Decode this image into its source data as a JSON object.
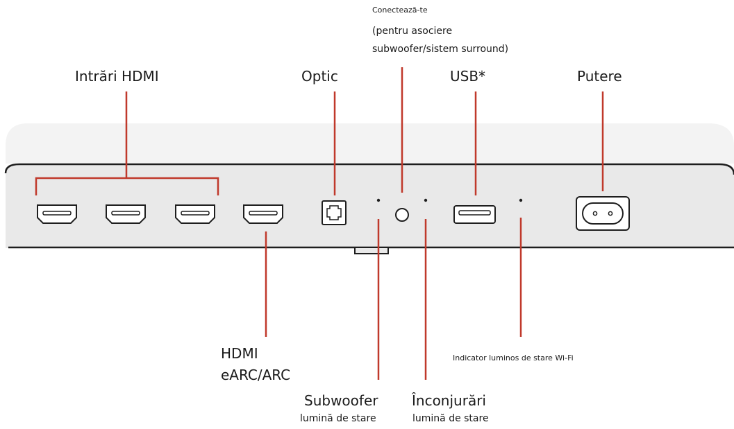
{
  "colors": {
    "leader_line": "#c0392b",
    "panel_face": "#e9e9e9",
    "panel_top": "#f3f3f3",
    "panel_edge": "#1e1e1e",
    "port_stroke": "#1e1e1e",
    "text": "#1a1a1a"
  },
  "labels": {
    "hdmi_inputs": "Intrări HDMI",
    "optical": "Optic",
    "connect_title": "Conectează-te",
    "connect_line2": "(pentru asociere",
    "connect_line3": "subwoofer/sistem surround)",
    "usb": "USB*",
    "power": "Putere",
    "earc_line1": "HDMI",
    "earc_line2": "eARC/ARC",
    "wifi_indicator": "Indicator luminos de stare Wi-Fi",
    "subwoofer": "Subwoofer",
    "subwoofer_status": "lumină de stare",
    "surround": "Înconjurări",
    "surround_status": "lumină de stare"
  },
  "icons": {
    "hdmi_port": "hdmi-port-icon",
    "optical_port": "optical-port-icon",
    "connect_button": "connect-button-icon",
    "usb_port": "usb-port-icon",
    "power_socket": "power-socket-icon",
    "status_led": "status-led-icon"
  }
}
